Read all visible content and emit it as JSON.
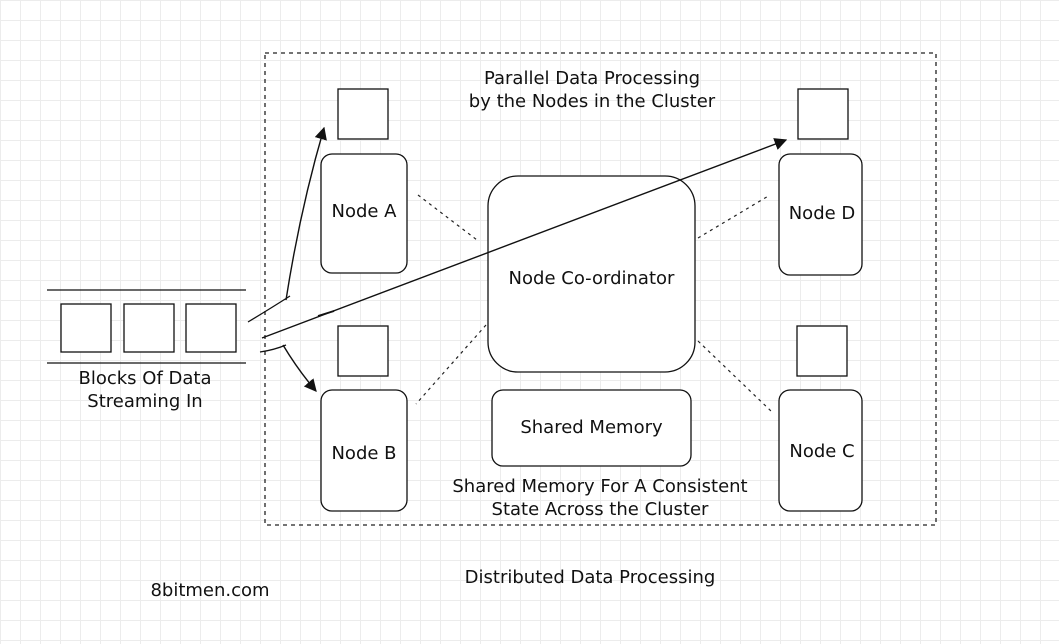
{
  "cluster_title": {
    "line1": "Parallel Data Processing",
    "line2": "by the Nodes in the Cluster"
  },
  "nodes": {
    "a": "Node A",
    "b": "Node B",
    "c": "Node C",
    "d": "Node D"
  },
  "coordinator": "Node Co-ordinator",
  "shared_memory": "Shared Memory",
  "shared_memory_caption": {
    "line1": "Shared Memory For A Consistent",
    "line2": "State Across the Cluster"
  },
  "stream_caption": {
    "line1": "Blocks Of Data",
    "line2": "Streaming In"
  },
  "diagram_title": "Distributed Data Processing",
  "watermark": "8bitmen.com"
}
